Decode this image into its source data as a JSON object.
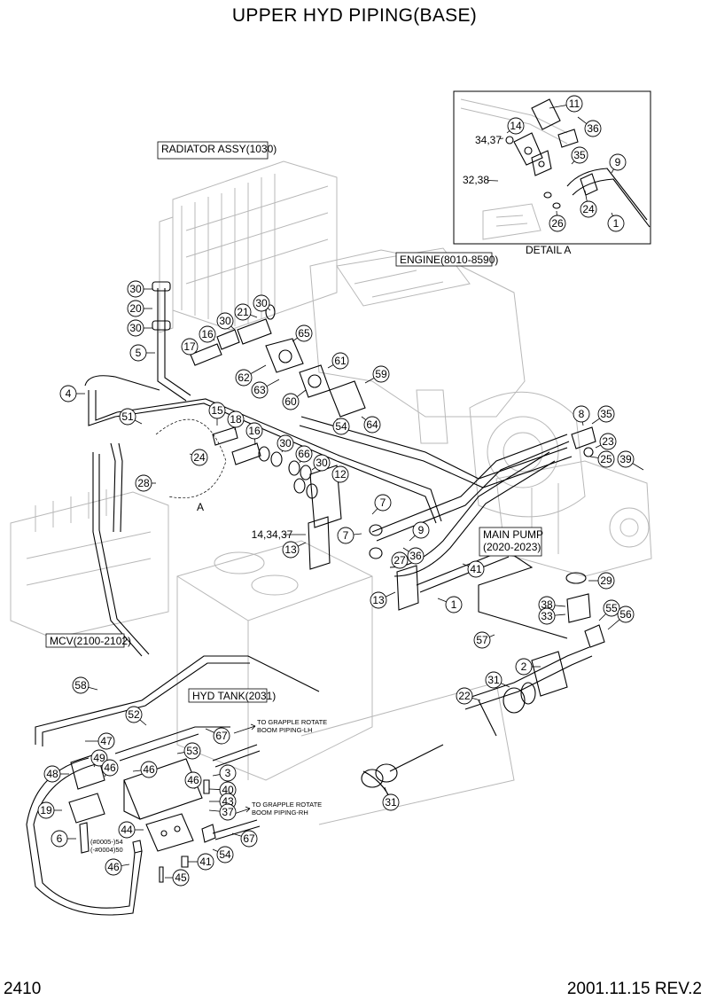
{
  "title": "UPPER HYD PIPING(BASE)",
  "page_number": "2410",
  "revision": "2001.11.15  REV.2",
  "detail": {
    "caption": "DETAIL A",
    "marker": "A"
  },
  "boxed_labels": [
    {
      "id": "radiator",
      "text": "RADIATOR ASSY(1030)"
    },
    {
      "id": "engine",
      "text": "ENGINE(8010-8590)"
    },
    {
      "id": "main-pump",
      "text": "MAIN PUMP\n(2020-2023)"
    },
    {
      "id": "mcv",
      "text": "MCV(2100-2102)"
    },
    {
      "id": "hyd-tank",
      "text": "HYD TANK(2031)"
    }
  ],
  "notes": [
    {
      "id": "grapple-lh",
      "text": "TO GRAPPLE ROTATE\nBOOM PIPING-LH"
    },
    {
      "id": "grapple-rh",
      "text": "TO GRAPPLE ROTATE\nBOOM PIPING-RH"
    },
    {
      "id": "serial",
      "text": "(#0005-)54\n(-#0004)50"
    }
  ],
  "callouts": [
    "11",
    "36",
    "14",
    "34,37",
    "35",
    "9",
    "32,38",
    "24",
    "26",
    "1",
    "30",
    "20",
    "30",
    "5",
    "21",
    "30",
    "30",
    "16",
    "17",
    "65",
    "4",
    "62",
    "63",
    "61",
    "60",
    "59",
    "51",
    "15",
    "18",
    "16",
    "30",
    "66",
    "30",
    "54",
    "64",
    "8",
    "35",
    "23",
    "25",
    "39",
    "24",
    "28",
    "12",
    "7",
    "7",
    "9",
    "13",
    "14,34,37",
    "27",
    "36",
    "41",
    "1",
    "13",
    "29",
    "38",
    "33",
    "55",
    "56",
    "57",
    "58",
    "52",
    "67",
    "47",
    "49",
    "46",
    "53",
    "3",
    "46",
    "48",
    "40",
    "43",
    "37",
    "22",
    "31",
    "2",
    "19",
    "46",
    "44",
    "6",
    "67",
    "54",
    "46",
    "41",
    "45",
    "31"
  ]
}
